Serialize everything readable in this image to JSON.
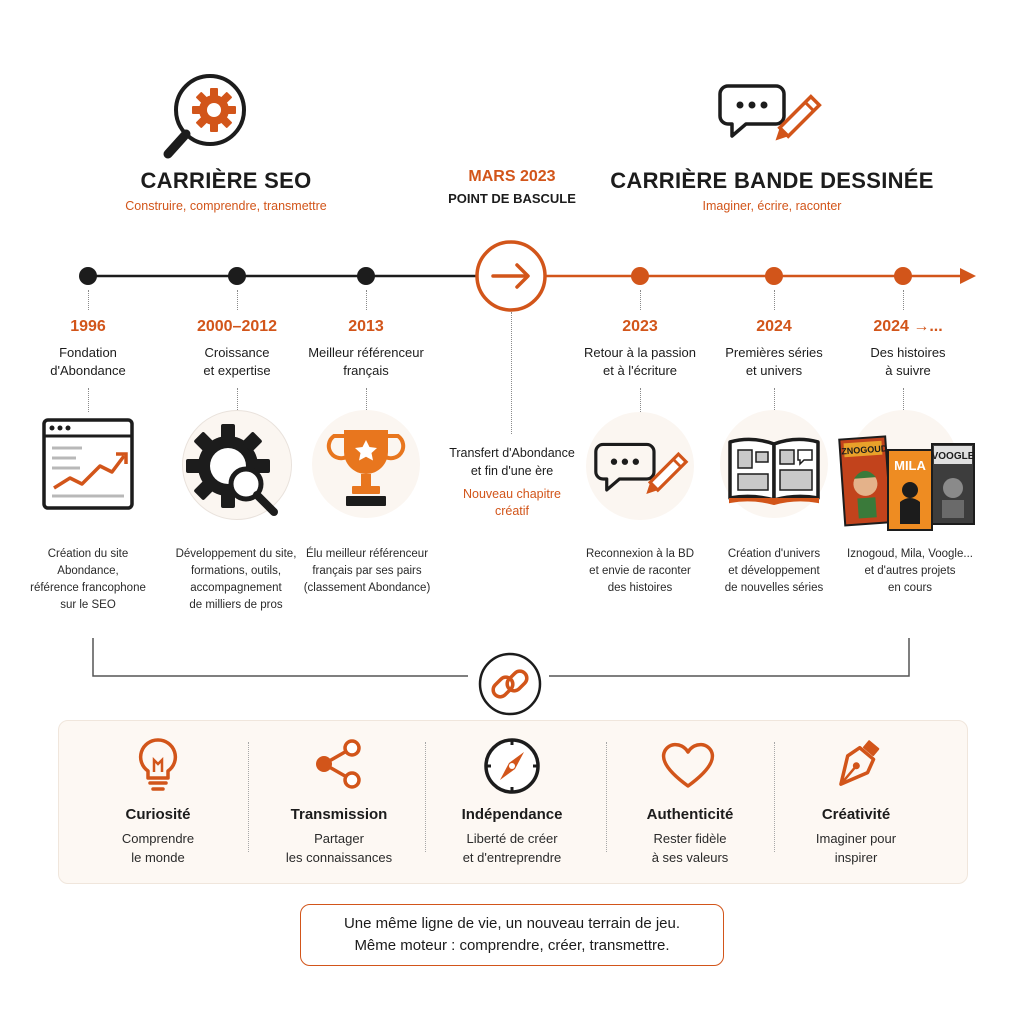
{
  "header_left": {
    "title": "CARRIÈRE SEO",
    "subtitle": "Construire, comprendre, transmettre",
    "icon": "magnifier-gear-icon"
  },
  "header_center": {
    "date": "MARS 2023",
    "label": "POINT DE BASCULE"
  },
  "header_right": {
    "title": "CARRIÈRE BANDE DESSINÉE",
    "subtitle": "Imaginer, écrire, raconter",
    "icon": "speech-pencil-icon"
  },
  "milestones": [
    {
      "year": "1996",
      "label1": "Fondation",
      "label2": "d'Abondance",
      "icon": "analytics-chart-icon",
      "desc": [
        "Création du site",
        "Abondance,",
        "référence francophone",
        "sur le SEO"
      ]
    },
    {
      "year": "2000–2012",
      "label1": "Croissance",
      "label2": "et expertise",
      "icon": "gear-search-icon",
      "desc": [
        "Développement du site,",
        "formations, outils,",
        "accompagnement",
        "de milliers de pros"
      ]
    },
    {
      "year": "2013",
      "label1": "Meilleur référenceur",
      "label2": "français",
      "icon": "trophy-icon",
      "desc": [
        "Élu meilleur référenceur",
        "français par ses pairs",
        "(classement Abondance)"
      ]
    },
    {
      "year": "2023",
      "label1": "Retour à la passion",
      "label2": "et à l'écriture",
      "icon": "speech-pencil-icon",
      "desc": [
        "Reconnexion à la BD",
        "et envie de raconter",
        "des histoires"
      ]
    },
    {
      "year": "2024",
      "label1": "Premières séries",
      "label2": "et univers",
      "icon": "open-book-icon",
      "desc": [
        "Création d'univers",
        "et développement",
        "de nouvelles séries"
      ]
    },
    {
      "year": "2024 →...",
      "label1": "Des histoires",
      "label2": "à suivre",
      "icon": "comic-books-icon",
      "desc": [
        "Iznogoud, Mila, Voogle...",
        "et d'autres projets",
        "en cours"
      ]
    }
  ],
  "pivot": {
    "line1": "Transfert d'Abondance",
    "line2": "et fin d'une ère",
    "accent1": "Nouveau chapitre",
    "accent2": "créatif"
  },
  "books": {
    "b1": "IZNOGOUD",
    "b2": "MILA",
    "b3": "VOOGLE"
  },
  "link_icon": "chain-link-icon",
  "values": [
    {
      "title": "Curiosité",
      "line1": "Comprendre",
      "line2": "le monde",
      "icon": "lightbulb-icon"
    },
    {
      "title": "Transmission",
      "line1": "Partager",
      "line2": "les connaissances",
      "icon": "share-icon"
    },
    {
      "title": "Indépendance",
      "line1": "Liberté de créer",
      "line2": "et d'entreprendre",
      "icon": "compass-icon"
    },
    {
      "title": "Authenticité",
      "line1": "Rester fidèle",
      "line2": "à ses valeurs",
      "icon": "heart-icon"
    },
    {
      "title": "Créativité",
      "line1": "Imaginer pour",
      "line2": "inspirer",
      "icon": "pen-nib-icon"
    }
  ],
  "motto": {
    "line1": "Une même ligne de vie, un nouveau terrain de jeu.",
    "line2": "Même moteur : comprendre, créer, transmettre."
  },
  "colors": {
    "accent": "#d2551a",
    "dark": "#1c1c1c",
    "panel": "#fdf8f3"
  }
}
